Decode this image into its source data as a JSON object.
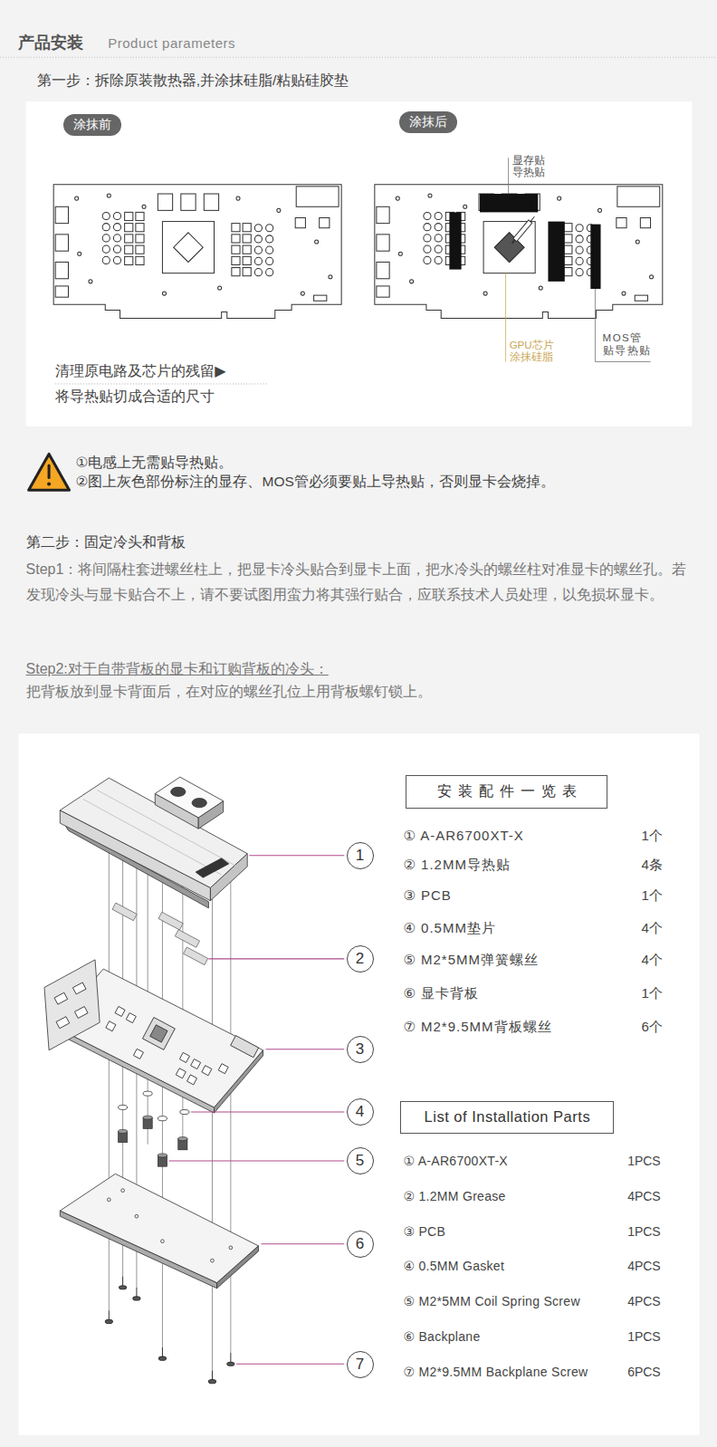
{
  "diagram": {
    "title": "产品安装",
    "nodes": [
      {
        "text": [
          "涂抹前"
        ]
      },
      {
        "text": [
          "涂抹后"
        ]
      },
      {
        "text": [
          "1"
        ]
      },
      {
        "text": [
          "2"
        ]
      },
      {
        "text": [
          "3"
        ]
      },
      {
        "text": [
          "4"
        ]
      },
      {
        "text": [
          "5"
        ]
      },
      {
        "text": [
          "6"
        ]
      },
      {
        "text": [
          "7"
        ]
      },
      {
        "text": [
          "安装配件一览表"
        ]
      },
      {
        "text": [
          "List of Installation Parts"
        ]
      }
    ],
    "labels": [
      "Product parameters",
      "第一步：拆除原装散热器,并涂抹硅脂/粘贴硅胶垫",
      "显存贴 导热贴",
      "GPU芯片 涂抹硅脂",
      "MOS管 贴导热贴",
      "清理原电路及芯片的残留▶",
      "将导热贴切成合适的尺寸",
      "①电感上无需贴导热贴。",
      "②图上灰色部份标注的显存、MOS管必须要贴上导热贴，否则显卡会烧掉。",
      "第二步：固定冷头和背板",
      "Step1：将间隔柱套进螺丝柱上，把显卡冷头贴合到显卡上面，把水冷头的螺丝柱对准显卡的螺丝孔。若发现冷头与显卡贴合不上，请不要试图用蛮力将其强行贴合，应联系技术人员处理，以免损坏显卡。",
      "Step2:对于自带背板的显卡和订购背板的冷头：",
      "把背板放到显卡背面后，在对应的螺丝孔位上用背板螺钉锁上。",
      "① A-AR6700XT-X",
      "1个",
      "② 1.2MM导热贴",
      "4条",
      "③ PCB",
      "1个",
      "④ 0.5MM垫片",
      "4个",
      "⑤ M2*5MM弹簧螺丝",
      "4个",
      "⑥ 显卡背板",
      "1个",
      "⑦ M2*9.5MM背板螺丝",
      "6个",
      "① A-AR6700XT-X",
      "1PCS",
      "② 1.2MM Grease",
      "4PCS",
      "③ PCB",
      "1PCS",
      "④ 0.5MM Gasket",
      "4PCS",
      "⑤ M2*5MM Coil Spring Screw",
      "4PCS",
      "⑥ Backplane",
      "1PCS",
      "⑦ M2*9.5MM Backplane Screw",
      "6PCS"
    ]
  }
}
